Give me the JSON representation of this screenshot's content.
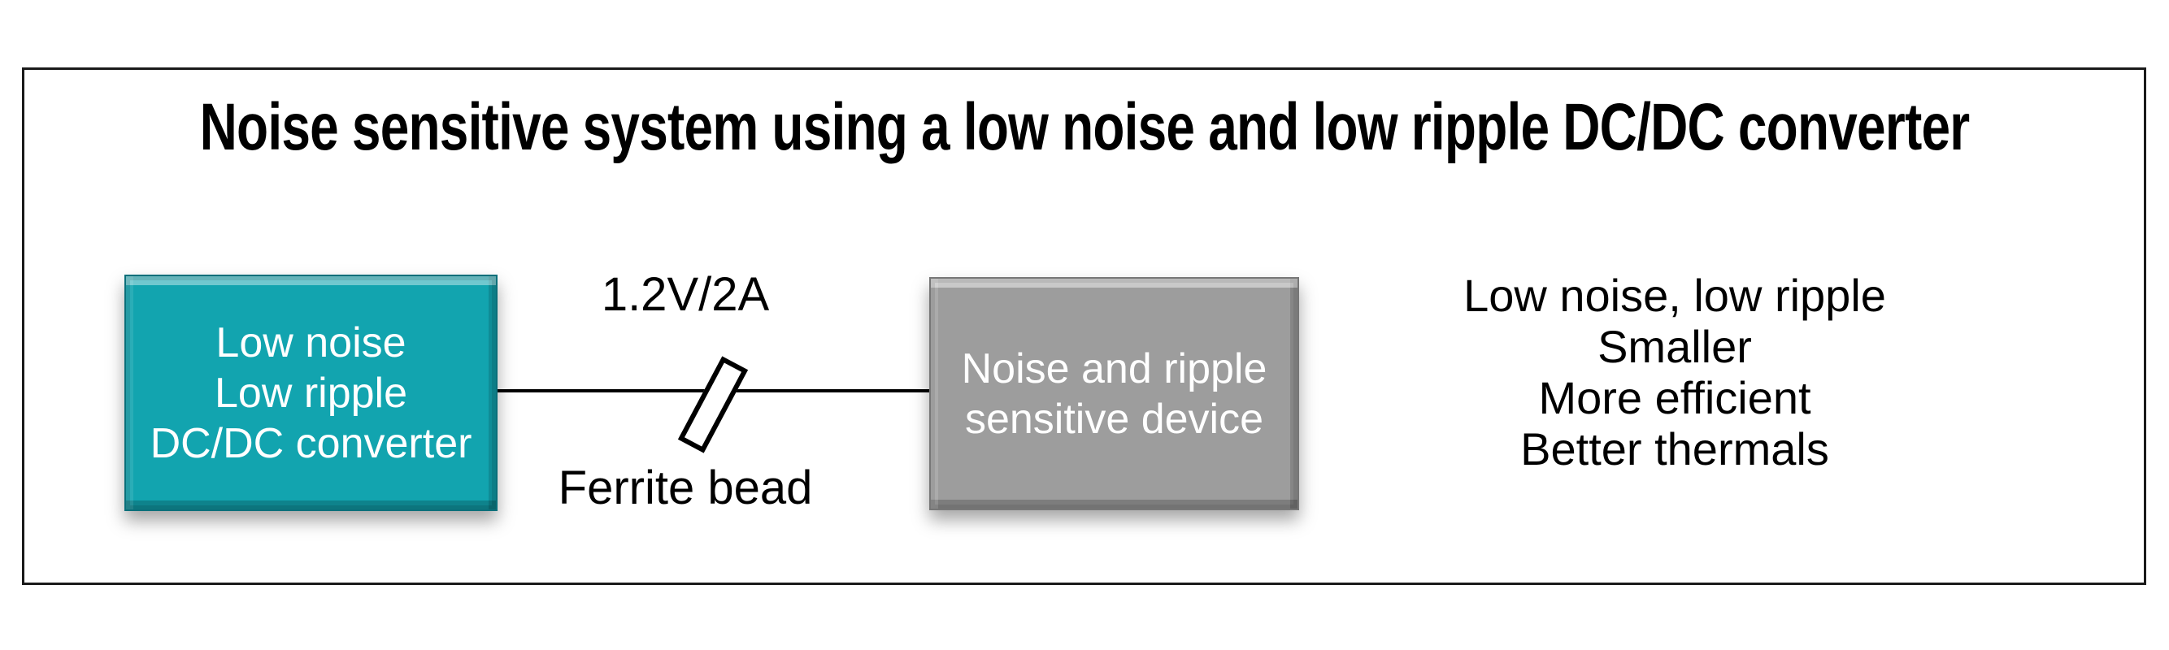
{
  "title": "Noise sensitive system using a low noise and low ripple DC/DC converter",
  "converter_box": {
    "line1": "Low noise",
    "line2": "Low ripple",
    "line3": "DC/DC converter"
  },
  "device_box": {
    "line1": "Noise and ripple",
    "line2": "sensitive device"
  },
  "connection": {
    "rating_label": "1.2V/2A",
    "component_label": "Ferrite bead"
  },
  "benefits": {
    "line1": "Low noise, low ripple",
    "line2": "Smaller",
    "line3": "More efficient",
    "line4": "Better thermals"
  },
  "colors": {
    "converter_fill": "#12a4af",
    "device_fill": "#9d9d9d",
    "frame_border": "#1a1a1a",
    "wire": "#000000",
    "box_text": "#ffffff",
    "body_text": "#000000"
  }
}
